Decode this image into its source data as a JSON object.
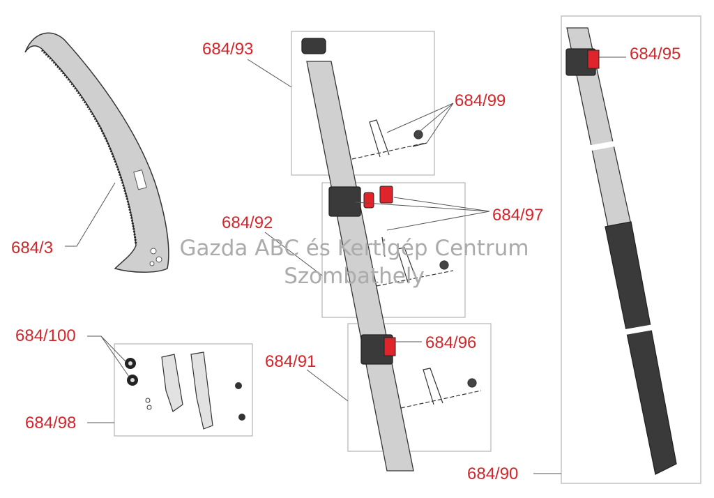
{
  "labels": {
    "p93": "684/93",
    "p99": "684/99",
    "p97": "684/97",
    "p92": "684/92",
    "p3": "684/3",
    "p100": "684/100",
    "p96": "684/96",
    "p91": "684/91",
    "p98": "684/98",
    "p95": "684/95",
    "p90": "684/90"
  },
  "watermark": {
    "line1": "Gazda ABC és Kertigép Centrum",
    "line2": "Szombathely"
  },
  "colors": {
    "label": "#d3262b",
    "highlight": "#e0242c"
  }
}
